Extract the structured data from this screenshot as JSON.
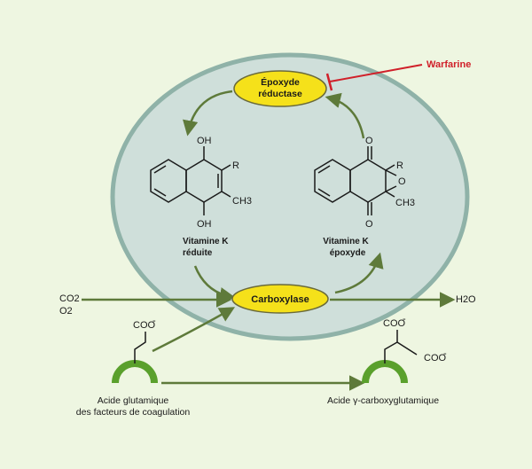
{
  "enzymes": {
    "reductase_line1": "Époxyde",
    "reductase_line2": "réductase",
    "carboxylase": "Carboxylase"
  },
  "inhibitor": "Warfarine",
  "vitamin_k_reduced": {
    "line1": "Vitamine K",
    "line2": "réduite",
    "oh_top": "OH",
    "oh_bottom": "OH",
    "r": "R",
    "ch3": "CH3"
  },
  "vitamin_k_epoxide": {
    "line1": "Vitamine K",
    "line2": "époxyde",
    "o_top": "O",
    "o_bottom": "O",
    "o_ring": "O",
    "r": "R",
    "ch3": "CH3"
  },
  "inputs": {
    "co2": "CO2",
    "o2": "O2"
  },
  "output": "H2O",
  "glutamic": {
    "coo": "COO",
    "charge": "-",
    "line1": "Acide glutamique",
    "line2": "des facteurs de coagulation"
  },
  "carboxyglutamic": {
    "coo1": "COO",
    "coo2": "COO",
    "charge": "-",
    "label": "Acide γ-carboxyglutamique"
  },
  "colors": {
    "background": "#eef6e1",
    "cell_fill": "#cfdfda",
    "cell_stroke": "#8fb2a8",
    "enzyme_fill": "#f5e11a",
    "arrow": "#5e7a3a",
    "inhibitor": "#d0202a",
    "residue": "#5aa02c"
  }
}
